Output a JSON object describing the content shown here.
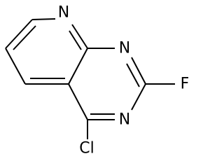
{
  "molecule": {
    "atoms": {
      "n_pyridine": "N",
      "n_ring_upper": "N",
      "n_ring_lower": "N",
      "fluorine": "F",
      "chlorine": "Cl"
    }
  }
}
